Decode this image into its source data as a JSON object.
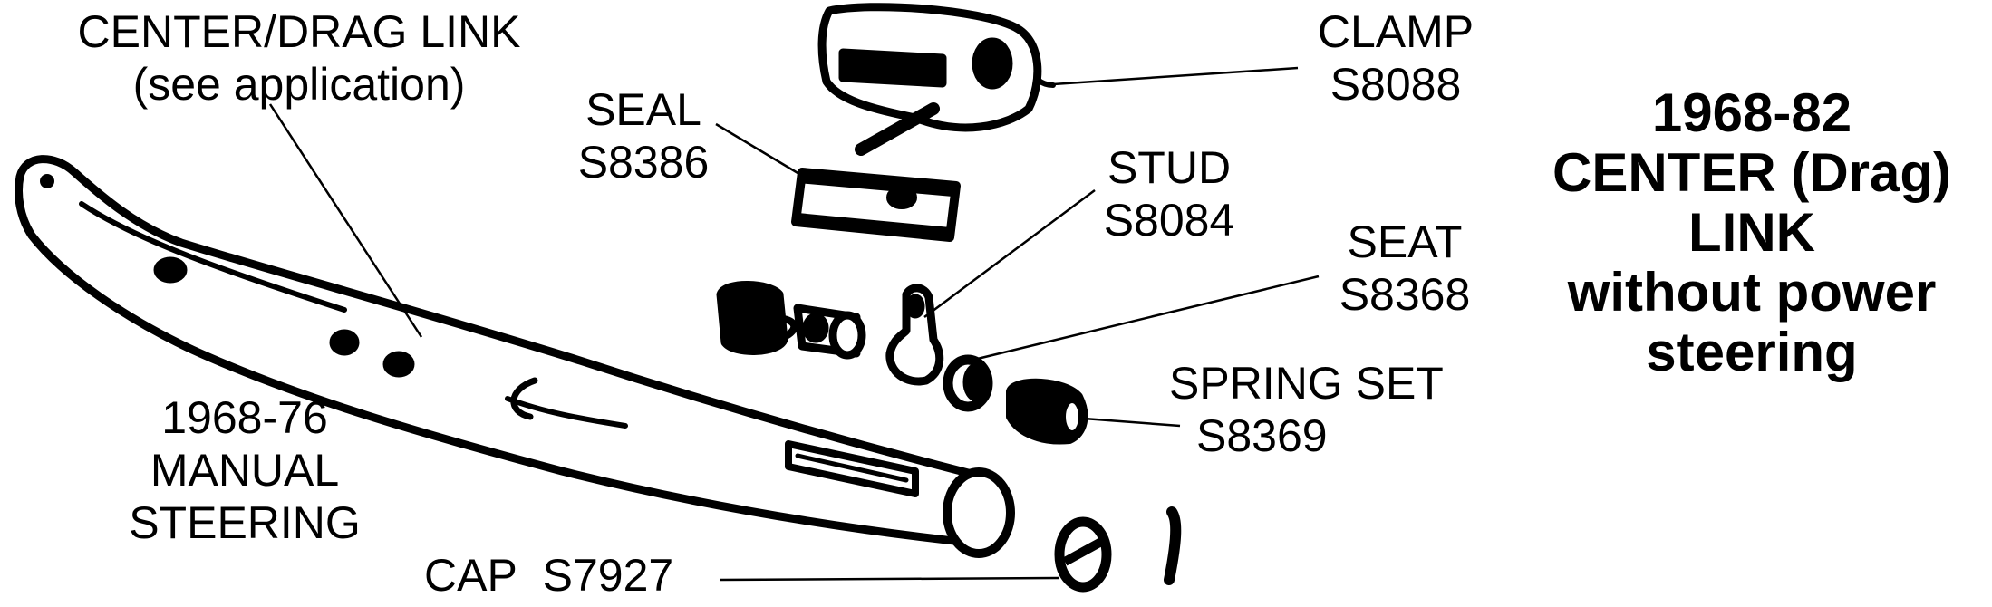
{
  "title": {
    "line1": "1968-82",
    "line2": "CENTER (Drag)",
    "line3": "LINK",
    "line4": "without power",
    "line5": "steering"
  },
  "labels": {
    "center_drag_link": {
      "line1": "CENTER/DRAG LINK",
      "line2": "(see application)"
    },
    "seal": {
      "name": "SEAL",
      "part": "S8386"
    },
    "clamp": {
      "name": "CLAMP",
      "part": "S8088"
    },
    "stud": {
      "name": "STUD",
      "part": "S8084"
    },
    "seat": {
      "name": "SEAT",
      "part": "S8368"
    },
    "spring_set": {
      "name": "SPRING SET",
      "part": "S8369"
    },
    "manual_steering": {
      "line1": "1968-76",
      "line2": "MANUAL",
      "line3": "STEERING"
    },
    "cap": {
      "name": "CAP",
      "part": "S7927"
    }
  }
}
